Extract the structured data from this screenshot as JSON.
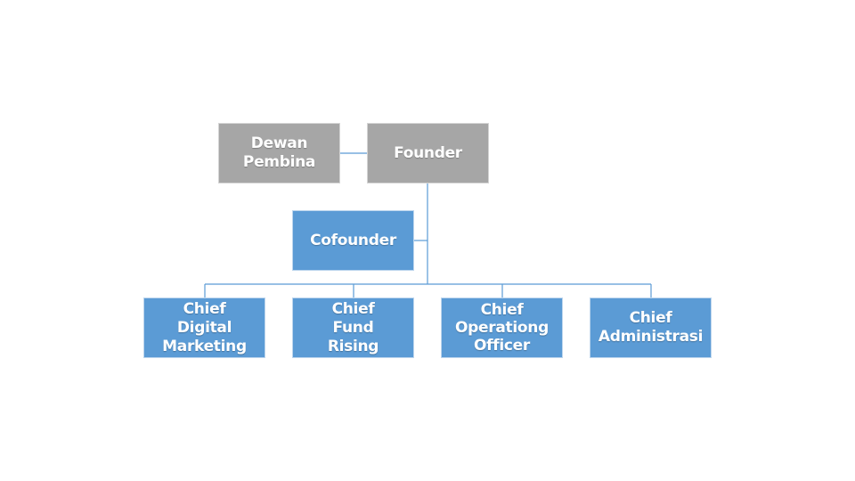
{
  "colors": {
    "gray_box": "#a6a6a6",
    "blue_box": "#5b9bd5",
    "connector": "#5b9bd5",
    "text": "#ffffff"
  },
  "org": {
    "dewan_pembina": "Dewan Pembina",
    "founder": "Founder",
    "cofounder": "Cofounder",
    "chiefs": [
      "Chief Digital Marketing",
      "Chief Fund Rising",
      "Chief Operationg Officer",
      "Chief Administrasi"
    ]
  }
}
